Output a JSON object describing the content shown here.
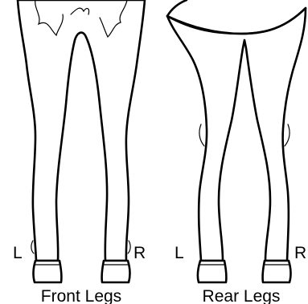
{
  "figure": {
    "front": {
      "caption": "Front Legs",
      "left_marker": "L",
      "right_marker": "R"
    },
    "rear": {
      "caption": "Rear Legs",
      "left_marker": "L",
      "right_marker": "R"
    }
  },
  "colors": {
    "line": "#000000",
    "background": "#ffffff"
  }
}
